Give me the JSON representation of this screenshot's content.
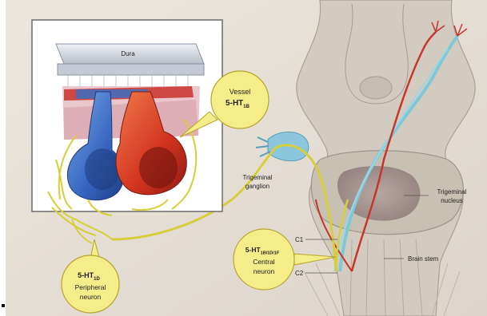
{
  "labels": {
    "dura": "Dura",
    "vessel_line1": "Vessel",
    "vessel_receptor": "5-HT",
    "vessel_sub": "1B",
    "trigeminal_ganglion_1": "Trigeminal",
    "trigeminal_ganglion_2": "ganglion",
    "trigeminal_nucleus_1": "Trigeminal",
    "trigeminal_nucleus_2": "nucleus",
    "c1": "C1",
    "c2": "C2",
    "brain_stem": "Brain stem",
    "central_receptor": "5-HT",
    "central_sub": "1B/1D/1F",
    "central_line2": "Central",
    "central_line3": "neuron",
    "peripheral_receptor": "5-HT",
    "peripheral_sub": "1D",
    "peripheral_line2": "Peripheral",
    "peripheral_line3": "neuron"
  },
  "colors": {
    "background": "#e7e1d9",
    "callout_fill": "#f5ec8a",
    "callout_stroke": "#b8a42a",
    "nerve": "#d7cf3a",
    "artery": "#d53a2a",
    "vein": "#3c6fc2",
    "fiber_cyan": "#7ec8d8"
  }
}
